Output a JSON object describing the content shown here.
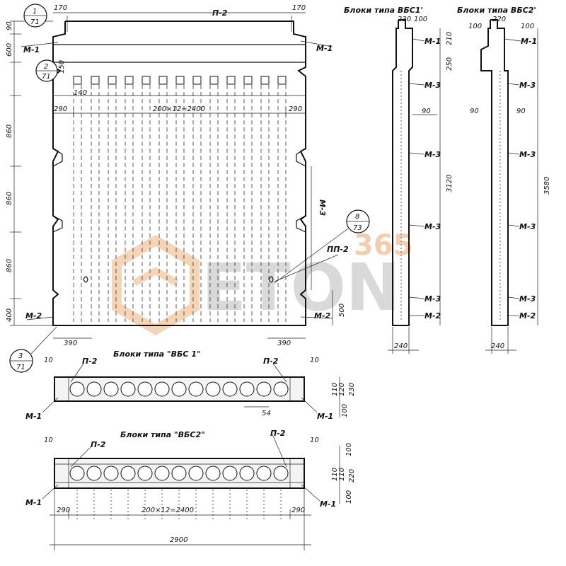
{
  "titles": {
    "vbs1_prime": "Блоки типа ВБС1'",
    "vbs2_prime": "Блоки типа ВБС2'",
    "vbs1": "Блоки типа \"ВБС 1\"",
    "vbs2": "Блоки типа \"ВБС2\""
  },
  "marks": {
    "p2": "П-2",
    "pp2": "ПП-2",
    "m1": "М-1",
    "m2": "М-2",
    "m3": "М-3"
  },
  "callouts": [
    {
      "num": "1",
      "sheet": "71"
    },
    {
      "num": "2",
      "sheet": "71"
    },
    {
      "num": "3",
      "sheet": "71"
    },
    {
      "num": "8",
      "sheet": "73"
    }
  ],
  "dims": {
    "d170": "170",
    "d90": "90",
    "d600": "600",
    "d150": "150",
    "d140": "140",
    "d290": "290",
    "d200x12": "200×12=2400",
    "d860": "860",
    "d400": "400",
    "d500": "500",
    "d390": "390",
    "d230": "230",
    "d100": "100",
    "d220": "220",
    "d210": "210",
    "d250": "250",
    "d3120": "3120",
    "d3580": "3580",
    "d240": "240",
    "d10": "10",
    "d110": "110",
    "d120": "120",
    "d54": "54",
    "d2900": "2900"
  },
  "watermark": {
    "brand": "ETON",
    "number": "365"
  },
  "colors": {
    "line": "#111111",
    "watermark_orange": "#f2c5a0",
    "watermark_gray": "#d0d0d0"
  }
}
